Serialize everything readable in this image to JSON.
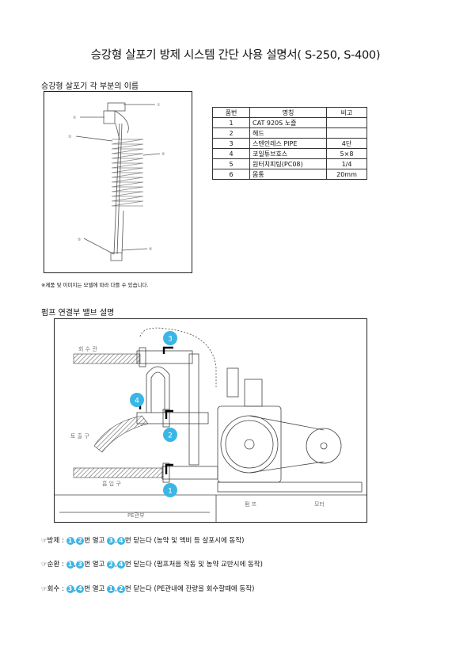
{
  "title": "승강형 살포기 방제 시스템 간단 사용 설명서( S-250, S-400)",
  "section1": {
    "heading": "승강형 살포기 각 부분의 이름",
    "note": "※제품 및 이미지는 모델에 따라 다를 수 있습니다."
  },
  "parts_table": {
    "headers": [
      "품번",
      "명칭",
      "비고"
    ],
    "rows": [
      {
        "no": "1",
        "name": "CAT 920S 노즐",
        "remark": ""
      },
      {
        "no": "2",
        "name": "헤드",
        "remark": ""
      },
      {
        "no": "3",
        "name": "스텐인레스 PIPE",
        "remark": "4단"
      },
      {
        "no": "4",
        "name": "코일튜브호스",
        "remark": "5×8"
      },
      {
        "no": "5",
        "name": "원터치피팅(PC08)",
        "remark": "1/4"
      },
      {
        "no": "6",
        "name": "몸통",
        "remark": "20mm"
      }
    ]
  },
  "section2": {
    "heading": "펌프 연결부 밸브 설명",
    "diagram_labels": {
      "return": "회 수 관",
      "discharge": "토 출 구",
      "intake": "흡 입 구",
      "pe": "PE관부",
      "pump": "펌 프",
      "motor": "모터"
    },
    "valve_numbers": [
      "1",
      "2",
      "3",
      "4"
    ]
  },
  "instructions": [
    {
      "prefix": "☞방제 : ",
      "a": "1",
      "b": "2",
      "mid": "번 열고 ",
      "c": "3",
      "d": "4",
      "rest": "번 닫는다 (농약 및 액비 등 살포시에 동작)"
    },
    {
      "prefix": "☞순환 : ",
      "a": "1",
      "b": "3",
      "mid": "번 열고 ",
      "c": "2",
      "d": "4",
      "rest": "번 닫는다 (펌프처음 작동 및 농약 교반시에 동작)"
    },
    {
      "prefix": "☞회수 : ",
      "a": "3",
      "b": "4",
      "mid": "번 열고 ",
      "c": "1",
      "d": "2",
      "rest": "번 닫는다 (PE관내에 잔량을 회수할때에 동작)"
    }
  ],
  "colors": {
    "badge": "#3ab6e6"
  }
}
